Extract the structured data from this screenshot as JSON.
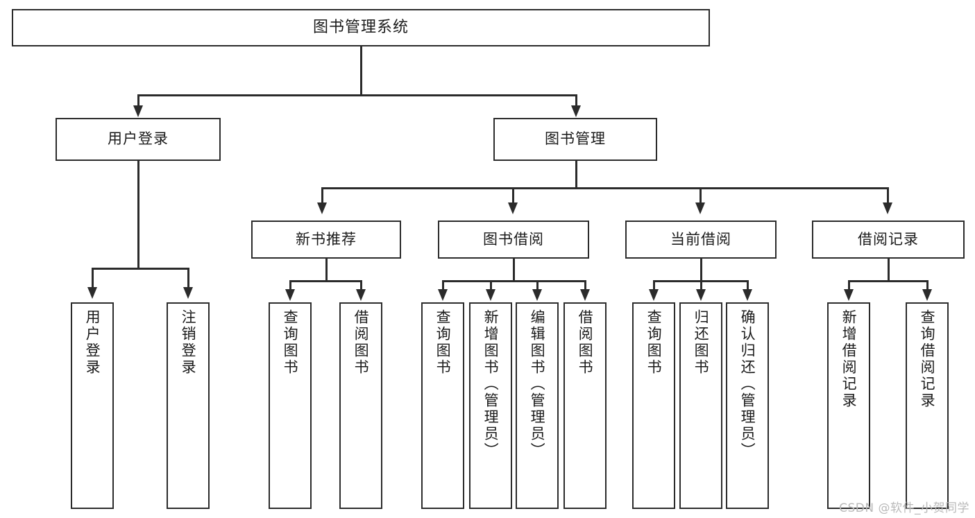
{
  "diagram": {
    "title": "图书管理系统",
    "watermark": "CSDN @软件_小贺同学",
    "level1": {
      "label": "图书管理系统"
    },
    "level2": [
      {
        "label": "用户登录"
      },
      {
        "label": "图书管理"
      }
    ],
    "level3": [
      {
        "label": "新书推荐"
      },
      {
        "label": "图书借阅"
      },
      {
        "label": "当前借阅"
      },
      {
        "label": "借阅记录"
      }
    ],
    "leaves": {
      "user_login": [
        {
          "label": "用户登录"
        },
        {
          "label": "注销登录"
        }
      ],
      "new_book": [
        {
          "label": "查询图书"
        },
        {
          "label": "借阅图书"
        }
      ],
      "book_borrow": [
        {
          "label": "查询图书"
        },
        {
          "label": "新增图书（管理员）"
        },
        {
          "label": "编辑图书（管理员）"
        },
        {
          "label": "借阅图书"
        }
      ],
      "current_borrow": [
        {
          "label": "查询图书"
        },
        {
          "label": "归还图书"
        },
        {
          "label": "确认归还（管理员）"
        }
      ],
      "borrow_record": [
        {
          "label": "新增借阅记录"
        },
        {
          "label": "查询借阅记录"
        }
      ]
    },
    "colors": {
      "stroke": "#2b2b2b",
      "background": "#ffffff",
      "text": "#1a1a1a",
      "watermark": "#b9b9b9"
    }
  }
}
